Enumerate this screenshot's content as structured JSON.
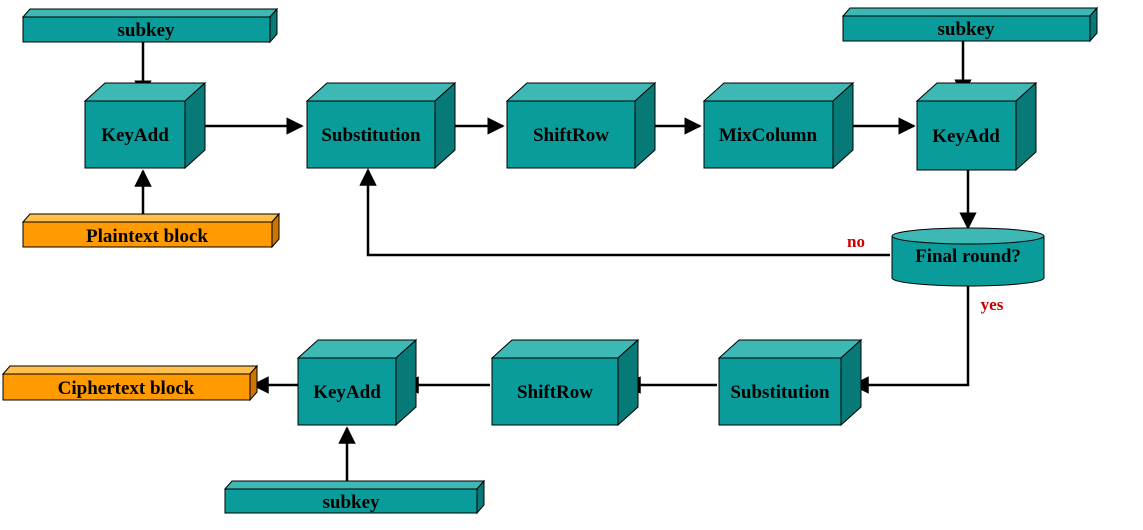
{
  "colors": {
    "teal_front": "#0a9c9a",
    "teal_top": "#3db8b5",
    "teal_side": "#077a77",
    "orange_front": "#ff9a00",
    "orange_top": "#ffbf4d",
    "orange_side": "#cc7600",
    "label_red": "#cc0000",
    "edge": "#000000"
  },
  "nodes": {
    "subkey_top_left": "subkey",
    "keyadd_left": "KeyAdd",
    "plaintext": "Plaintext block",
    "substitution_top": "Substitution",
    "shiftrow_top": "ShiftRow",
    "mixcolumn": "MixColumn",
    "subkey_top_right": "subkey",
    "keyadd_right": "KeyAdd",
    "final_round": "Final round?",
    "substitution_bottom": "Substitution",
    "shiftrow_bottom": "ShiftRow",
    "keyadd_bottom": "KeyAdd",
    "ciphertext": "Ciphertext block",
    "subkey_bottom": "subkey"
  },
  "edge_labels": {
    "no": "no",
    "yes": "yes"
  }
}
